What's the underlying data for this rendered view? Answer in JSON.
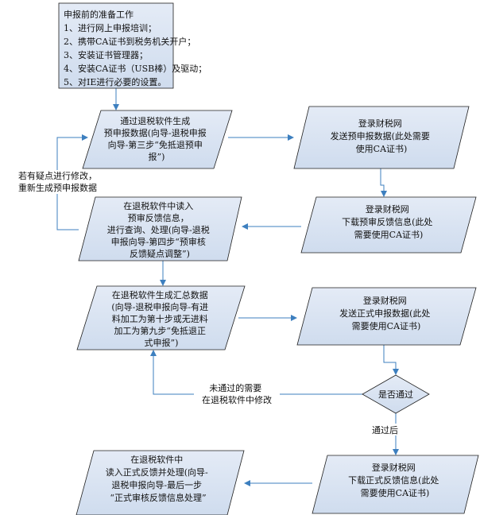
{
  "prep_box": {
    "lines": [
      "申报前的准备工作",
      "1、进行网上申报培训；",
      "2、携带CA证书到税务机关开户；",
      "3、安装证书管理器；",
      "4、安装CA证书（USB棒）及驱动；",
      "5、对IE进行必要的设置。"
    ]
  },
  "left_steps": [
    {
      "lines": [
        "通过退税软件生成",
        "预申报数据(向导-退税申报",
        "向导-第三步“免抵退预申",
        "报”)"
      ]
    },
    {
      "lines": [
        "在退税软件中读入",
        "预审反馈信息，",
        "进行查询、处理(向导-退税",
        "申报向导-第四步“预审核",
        "反馈疑点调整”)"
      ]
    },
    {
      "lines": [
        "在退税软件生成汇总数据",
        "(向导-退税申报向导-有进",
        "料加工为第十步或无进料",
        "加工为第九步“免抵退正",
        "式申报”)"
      ]
    },
    {
      "lines": [
        "在退税软件中",
        "读入正式反馈并处理(向导-",
        "退税申报向导-最后一步",
        "“正式审核反馈信息处理”"
      ]
    }
  ],
  "right_steps": [
    {
      "lines": [
        "登录财税网",
        "发送预申报数据(此处需要",
        "使用CA证书)"
      ]
    },
    {
      "lines": [
        "登录财税网",
        "下载预审反馈信息(此处",
        "需要使用CA证书)"
      ]
    },
    {
      "lines": [
        "登录财税网",
        "发送正式申报数据(此处",
        "需要使用CA证书)"
      ]
    },
    {
      "lines": [
        "登录财税网",
        "下载正式反馈信息(此处",
        "需要使用CA证书)"
      ]
    }
  ],
  "decision": {
    "label": "是否通过"
  },
  "notes": {
    "fix_suspect": [
      "若有疑点进行修改，",
      "重新生成预申报数据"
    ],
    "not_passed": [
      "未通过的需要",
      "在退税软件中修改"
    ],
    "passed": "通过后"
  }
}
